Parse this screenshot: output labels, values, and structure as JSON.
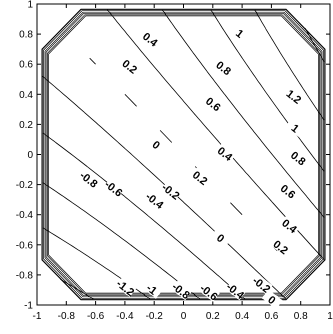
{
  "chart_data": {
    "type": "contour",
    "xlim": [
      -1,
      1
    ],
    "ylim": [
      -1,
      1
    ],
    "x_ticks": [
      "-1",
      "-0.8",
      "-0.6",
      "-0.4",
      "-0.2",
      "0",
      "0.2",
      "0.4",
      "0.6",
      "0.8",
      "1"
    ],
    "y_ticks": [
      "-1",
      "-0.8",
      "-0.6",
      "-0.4",
      "-0.2",
      "0",
      "0.2",
      "0.4",
      "0.6",
      "0.8",
      "1"
    ],
    "grid": false,
    "legend": "none",
    "levels": [
      -1.2,
      -1,
      -0.8,
      -0.6,
      -0.4,
      -0.2,
      0,
      0.2,
      0.4,
      0.6,
      0.8,
      1,
      1.2
    ],
    "contour_labels": [
      {
        "text": "0.4",
        "x": -0.23,
        "y": 0.76
      },
      {
        "text": "0.2",
        "x": -0.37,
        "y": 0.58
      },
      {
        "text": "1",
        "x": 0.38,
        "y": 0.8
      },
      {
        "text": "0.8",
        "x": 0.27,
        "y": 0.57
      },
      {
        "text": "1.2",
        "x": 0.75,
        "y": 0.38
      },
      {
        "text": "0.6",
        "x": 0.2,
        "y": 0.33
      },
      {
        "text": "1",
        "x": 0.76,
        "y": 0.17
      },
      {
        "text": "0",
        "x": -0.19,
        "y": 0.06
      },
      {
        "text": "0.4",
        "x": 0.28,
        "y": 0.0
      },
      {
        "text": "0.8",
        "x": 0.78,
        "y": -0.03
      },
      {
        "text": "0.2",
        "x": 0.11,
        "y": -0.16
      },
      {
        "text": "0.6",
        "x": 0.71,
        "y": -0.25
      },
      {
        "text": "-0.8",
        "x": -0.65,
        "y": -0.17
      },
      {
        "text": "-0.6",
        "x": -0.48,
        "y": -0.23
      },
      {
        "text": "-0.2",
        "x": -0.09,
        "y": -0.25
      },
      {
        "text": "-0.4",
        "x": -0.2,
        "y": -0.31
      },
      {
        "text": "0.4",
        "x": 0.72,
        "y": -0.48
      },
      {
        "text": "0",
        "x": 0.25,
        "y": -0.56
      },
      {
        "text": "0.2",
        "x": 0.66,
        "y": -0.62
      },
      {
        "text": "-1.2",
        "x": -0.4,
        "y": -0.89
      },
      {
        "text": "-1",
        "x": -0.22,
        "y": -0.9
      },
      {
        "text": "-0.8",
        "x": -0.02,
        "y": -0.91
      },
      {
        "text": "-0.6",
        "x": 0.17,
        "y": -0.92
      },
      {
        "text": "-0.4",
        "x": 0.35,
        "y": -0.91
      },
      {
        "text": "-0.2",
        "x": 0.53,
        "y": -0.87
      },
      {
        "text": "0",
        "x": 0.6,
        "y": -0.97
      }
    ]
  }
}
